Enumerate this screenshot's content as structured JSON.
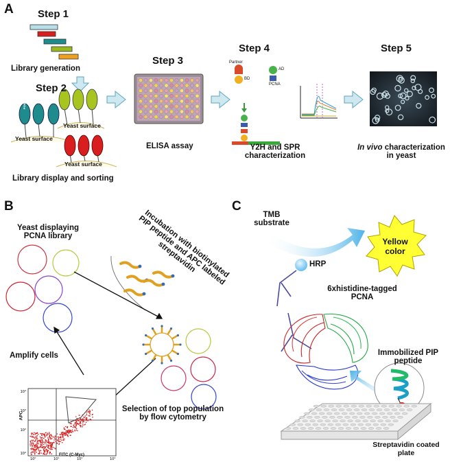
{
  "panel_a": {
    "letter": "A",
    "step1": "Step 1",
    "step2": "Step 2",
    "step3": "Step 3",
    "step4": "Step 4",
    "step5": "Step 5",
    "library_generation": "Library generation",
    "library_display": "Library display and sorting",
    "yeast_surface": "Yeast surface",
    "pcna_tag": "PCNA",
    "elisa": "ELISA assay",
    "y2h_line1": "Y2H and SPR",
    "y2h_line2": "characterization",
    "invivo_italic": "In vivo",
    "invivo_rest": " characterization",
    "invivo_line2": "in yeast",
    "y2h_partner": "Partner",
    "y2h_bd": "BD",
    "y2h_ad": "AD",
    "y2h_pcna": "PCNA"
  },
  "panel_b": {
    "letter": "B",
    "yeast_line1": "Yeast displaying",
    "yeast_line2": "PCNA library",
    "incubation_line1": "Incubation with biotinylated",
    "incubation_line2": "PIP peptide and APC labeled",
    "incubation_line3": "streptavidin",
    "amplify": "Amplify cells",
    "selection_line1": "Selection of top population",
    "selection_line2": "by flow cytometry",
    "ylabel": "APC",
    "xlabel": "FITC (C-Myc)"
  },
  "panel_c": {
    "letter": "C",
    "tmb_line1": "TMB",
    "tmb_line2": "substrate",
    "yellow_line1": "Yellow",
    "yellow_line2": "color",
    "hrp": "HRP",
    "his_line1": "6xhistidine-tagged",
    "his_line2": "PCNA",
    "pip_line1": "Immobilized PIP",
    "pip_line2": "peptide",
    "strep_line1": "Streptavidin coated",
    "strep_line2": "plate"
  },
  "colors": {
    "arrow_fill": "#cfe8f0",
    "arrow_stroke": "#5aa6c0",
    "teal": "#1e8c8c",
    "olive": "#9ab820",
    "red": "#d81e1e",
    "yellow_burst": "#ffff33"
  }
}
